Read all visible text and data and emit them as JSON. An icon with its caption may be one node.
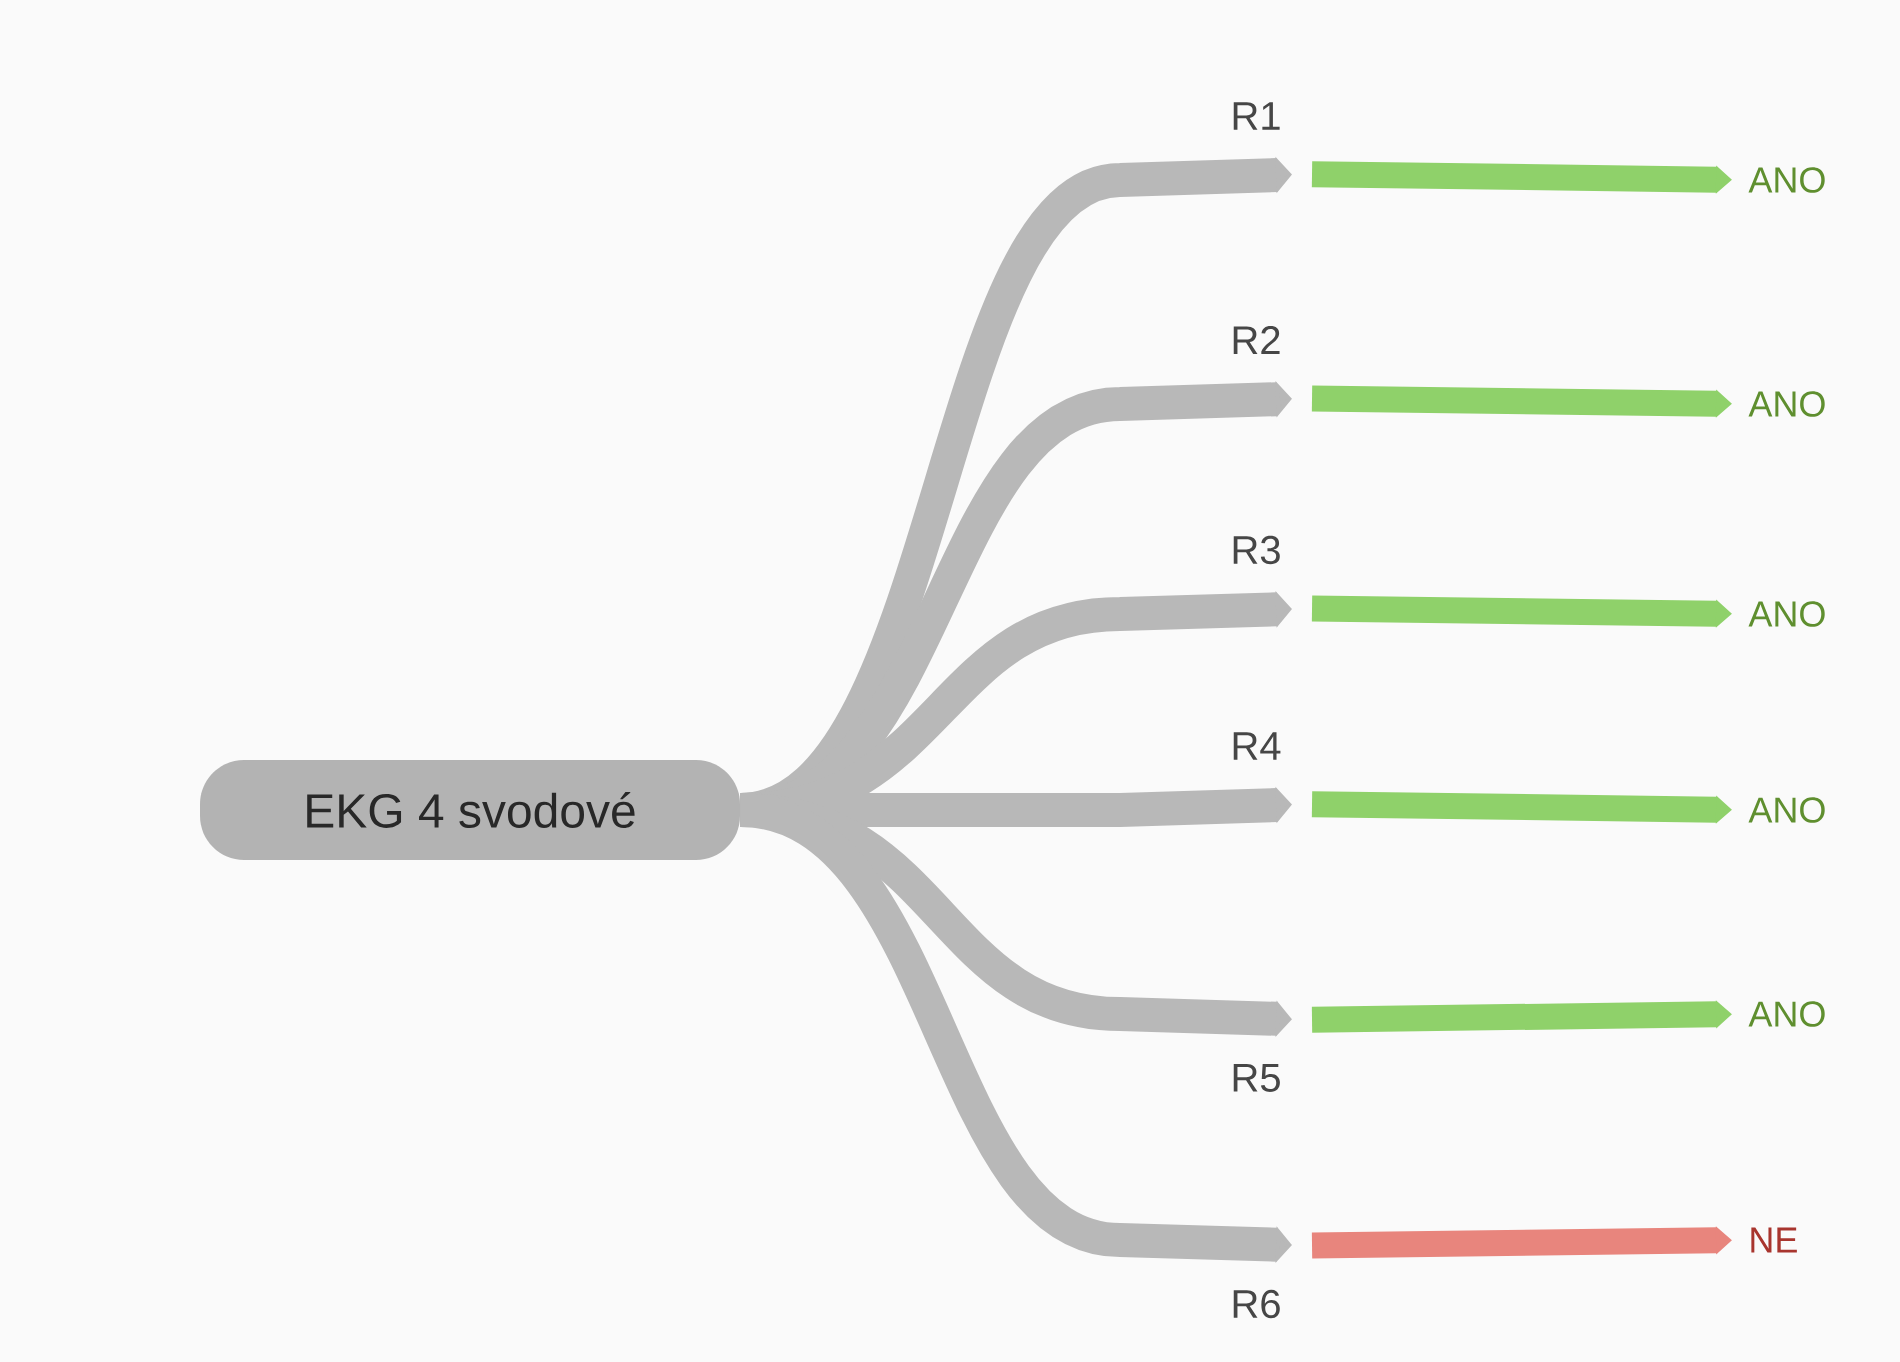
{
  "diagram": {
    "nodes": [
      {
        "text": [
          "EKG 4 svodové"
        ]
      },
      {
        "text": [
          "R1"
        ]
      },
      {
        "text": [
          "R2"
        ]
      },
      {
        "text": [
          "R3"
        ]
      },
      {
        "text": [
          "R4"
        ]
      },
      {
        "text": [
          "R5"
        ]
      },
      {
        "text": [
          "R6"
        ]
      },
      {
        "text": [
          "ANO"
        ]
      },
      {
        "text": [
          "ANO"
        ]
      },
      {
        "text": [
          "ANO"
        ]
      },
      {
        "text": [
          "ANO"
        ]
      },
      {
        "text": [
          "ANO"
        ]
      },
      {
        "text": [
          "NE"
        ]
      }
    ],
    "edges": [
      {
        "from": 0,
        "to": 1,
        "arrow": "to"
      },
      {
        "from": 0,
        "to": 2,
        "arrow": "to"
      },
      {
        "from": 0,
        "to": 3,
        "arrow": "to"
      },
      {
        "from": 0,
        "to": 4,
        "arrow": "to"
      },
      {
        "from": 0,
        "to": 5,
        "arrow": "to"
      },
      {
        "from": 0,
        "to": 6,
        "arrow": "to"
      },
      {
        "from": 1,
        "to": 7,
        "arrow": "to",
        "color": "#8fd16a"
      },
      {
        "from": 2,
        "to": 8,
        "arrow": "to",
        "color": "#8fd16a"
      },
      {
        "from": 3,
        "to": 9,
        "arrow": "to",
        "color": "#8fd16a"
      },
      {
        "from": 4,
        "to": 10,
        "arrow": "to",
        "color": "#8fd16a"
      },
      {
        "from": 5,
        "to": 11,
        "arrow": "to",
        "color": "#8fd16a"
      },
      {
        "from": 6,
        "to": 12,
        "arrow": "to",
        "color": "#e8857d"
      }
    ]
  }
}
